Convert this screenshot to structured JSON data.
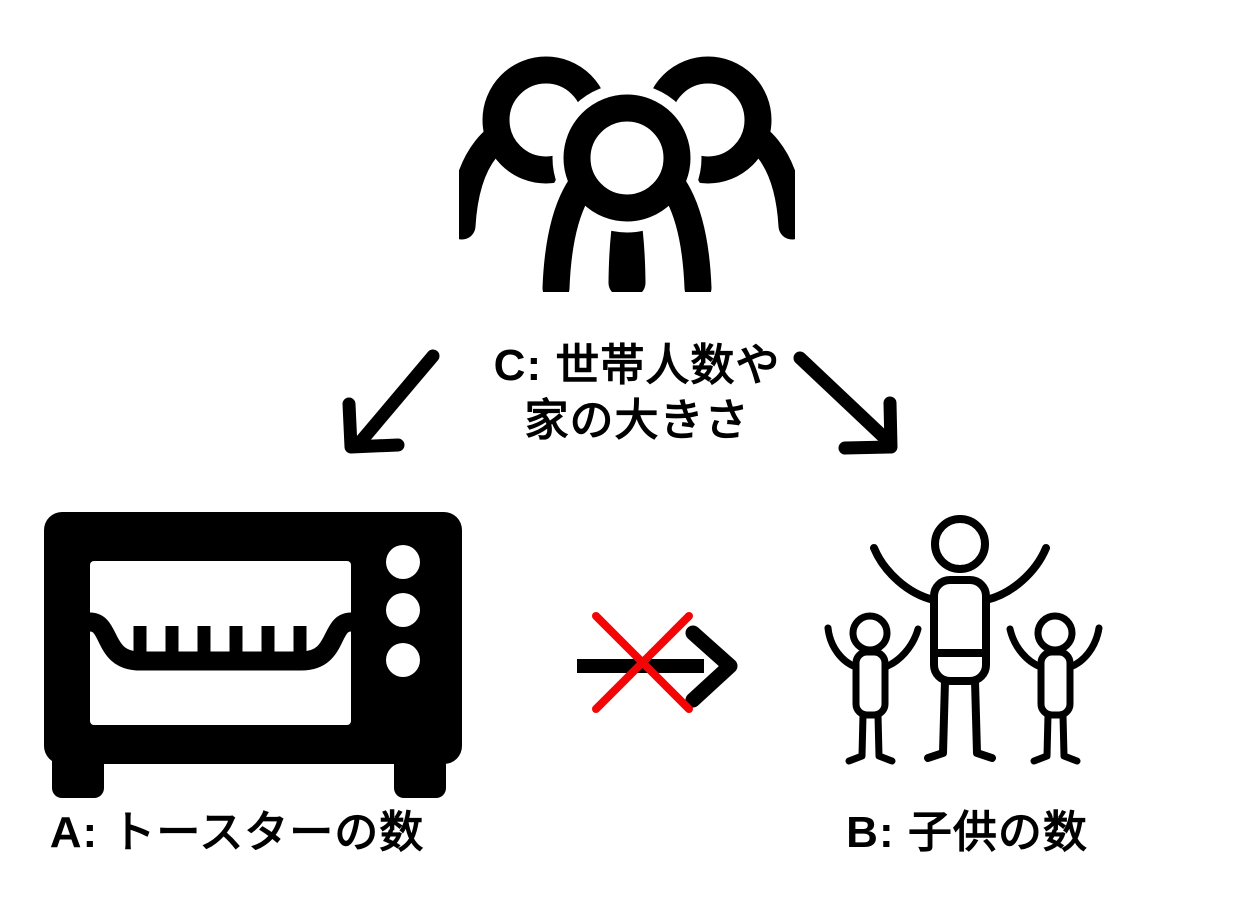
{
  "diagram": {
    "type": "causal-diagram",
    "background_color": "#ffffff",
    "foreground_color": "#000000",
    "cross_color": "#f40404",
    "nodes": {
      "confounder": {
        "id": "C",
        "label_line1": "C: 世帯人数や",
        "label_line2": "家の大きさ",
        "icon": "people-group-icon"
      },
      "cause": {
        "id": "A",
        "label": "A: トースターの数",
        "icon": "toaster-oven-icon"
      },
      "effect": {
        "id": "B",
        "label": "B: 子供の数",
        "icon": "family-children-icon"
      }
    },
    "edges": [
      {
        "from": "C",
        "to": "A",
        "style": "black-arrow"
      },
      {
        "from": "C",
        "to": "B",
        "style": "black-arrow"
      },
      {
        "from": "A",
        "to": "B",
        "style": "black-arrow-crossed-out-red"
      }
    ]
  }
}
